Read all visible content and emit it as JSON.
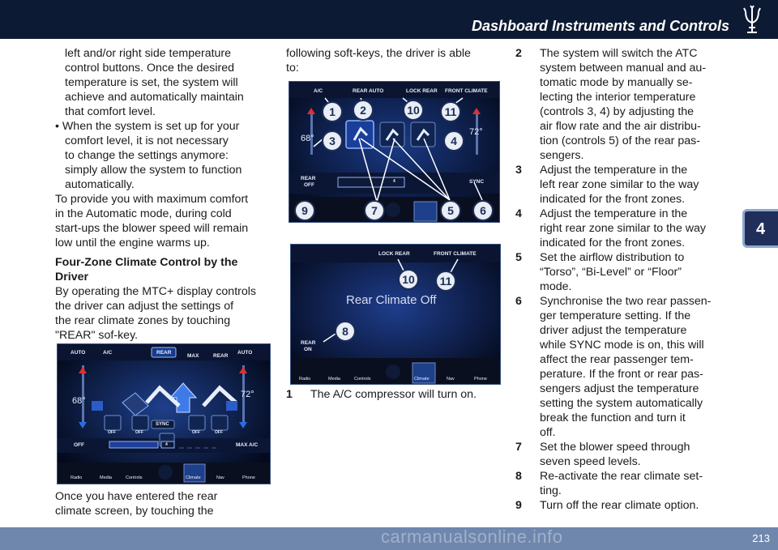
{
  "header": {
    "title": "Dashboard Instruments and Controls"
  },
  "chapter_tab": "4",
  "page_number": "213",
  "watermark": "carmanualsonline.info",
  "col1": {
    "line1": "left and/or right side temperature",
    "line2": "control buttons. Once the desired",
    "line3": "temperature is set, the system will",
    "line4": "achieve and automatically maintain",
    "line5": "that comfort level.",
    "bullet_l1": "• When the system is set up for your",
    "bullet_l2": "comfort level, it is not necessary",
    "bullet_l3": "to change the settings anymore:",
    "bullet_l4": "simply allow the system to function",
    "bullet_l5": "automatically.",
    "para_l1": "To provide you with maximum comfort",
    "para_l2": "in the Automatic mode, during cold",
    "para_l3": "start-ups the blower speed will remain",
    "para_l4": "low until the engine warms up.",
    "heading_l1": "Four-Zone Climate Control by the",
    "heading_l2": "Driver",
    "para2_l1": "By operating the MTC+ display controls",
    "para2_l2": "the driver can adjust the settings of",
    "para2_l3": "the rear climate zones by touching",
    "para2_l4": "\"REAR\" sof-key.",
    "after_l1": "Once you have entered the rear",
    "after_l2": "climate screen, by touching the"
  },
  "col2": {
    "intro_l1": "following soft-keys, the driver is able",
    "intro_l2": "to:",
    "item1_num": "1",
    "item1_text": "The A/C compressor will turn on."
  },
  "col3": [
    {
      "num": "2",
      "lines": [
        "The system will switch the ATC",
        "system between manual and au-",
        "tomatic mode by manually se-",
        "lecting the interior temperature",
        "(controls 3, 4) by adjusting the",
        "air flow rate and the air distribu-",
        "tion (controls 5) of the rear pas-",
        "sengers."
      ]
    },
    {
      "num": "3",
      "lines": [
        "Adjust the temperature in the",
        "left rear zone similar to the way",
        "indicated for the front zones."
      ]
    },
    {
      "num": "4",
      "lines": [
        "Adjust the temperature in the",
        "right rear zone similar to the way",
        "indicated for the front zones."
      ]
    },
    {
      "num": "5",
      "lines": [
        "Set the airflow distribution to",
        "“Torso”, “Bi-Level” or “Floor”",
        "mode."
      ]
    },
    {
      "num": "6",
      "lines": [
        "Synchronise the two rear passen-",
        "ger temperature setting. If the",
        "driver adjust the temperature",
        "while SYNC mode is on, this will",
        "affect the rear passenger tem-",
        "perature. If the front or rear pas-",
        "sengers adjust the temperature",
        "setting the system automatically",
        "break the function and turn it",
        "off."
      ]
    },
    {
      "num": "7",
      "lines": [
        "Set the blower speed through",
        "seven speed levels."
      ]
    },
    {
      "num": "8",
      "lines": [
        "Re-activate the rear climate set-",
        "ting."
      ]
    },
    {
      "num": "9",
      "lines": [
        "Turn off the rear climate option."
      ]
    }
  ],
  "screen1": {
    "top_buttons": [
      "AUTO",
      "A/C",
      "REAR",
      "MAX",
      "REAR",
      "AUTO"
    ],
    "left_temp": "68°",
    "right_temp": "72°",
    "sync": "SYNC",
    "seat_labels": [
      "OFF",
      "OFF",
      "OFF",
      "OFF"
    ],
    "fan_off": "OFF",
    "fan_level": "4",
    "max_ac": "MAX A/C",
    "nav": [
      "Radio",
      "Media",
      "Controls",
      "Climate",
      "Nav",
      "Phone"
    ]
  },
  "screen2": {
    "top_buttons": [
      "A/C",
      "REAR AUTO",
      "LOCK REAR",
      "FRONT CLIMATE"
    ],
    "left_temp": "68°",
    "right_temp": "72°",
    "rear_off_l1": "REAR",
    "rear_off_l2": "OFF",
    "fan_level": "4",
    "sync": "SYNC",
    "badges": [
      "1",
      "2",
      "10",
      "11",
      "3",
      "4",
      "9",
      "7",
      "5",
      "6"
    ]
  },
  "screen3": {
    "top_buttons": [
      "LOCK REAR",
      "FRONT CLIMATE"
    ],
    "message": "Rear Climate Off",
    "rear_on_l1": "REAR",
    "rear_on_l2": "ON",
    "badges": [
      "10",
      "11",
      "8"
    ],
    "nav": [
      "Radio",
      "Media",
      "Controls",
      "Climate",
      "Nav",
      "Phone"
    ]
  }
}
